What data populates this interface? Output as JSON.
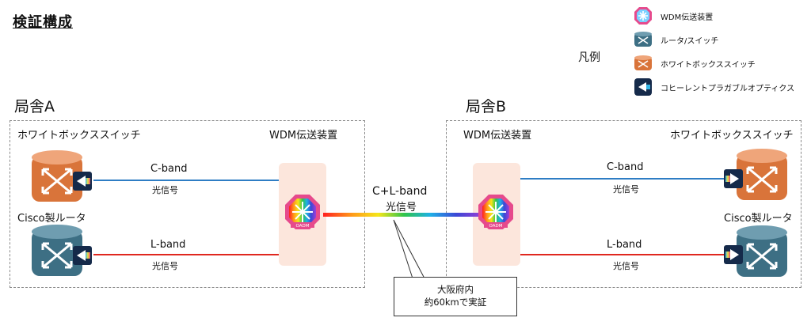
{
  "title": "検証構成",
  "legend": {
    "heading": "凡例",
    "items": [
      {
        "label": "WDM伝送装置",
        "icon": "wdm-icon"
      },
      {
        "label": "ルータ/スイッチ",
        "icon": "router-icon"
      },
      {
        "label": "ホワイトボックススイッチ",
        "icon": "switch-icon"
      },
      {
        "label": "コヒーレントプラガブルオプティクス",
        "icon": "optics-icon"
      }
    ]
  },
  "site_a": {
    "label": "局舎A",
    "switch_label": "ホワイトボックススイッチ",
    "wdm_label": "WDM伝送装置",
    "router_label": "Cisco製ルータ",
    "c_band": "C-band",
    "c_signal": "光信号",
    "l_band": "L-band",
    "l_signal": "光信号"
  },
  "site_b": {
    "label": "局舎B",
    "switch_label": "ホワイトボックススイッチ",
    "wdm_label": "WDM伝送装置",
    "router_label": "Cisco製ルータ",
    "c_band": "C-band",
    "c_signal": "光信号",
    "l_band": "L-band",
    "l_signal": "光信号"
  },
  "link": {
    "band": "C+L-band",
    "signal": "光信号"
  },
  "callout": {
    "line1": "大阪府内",
    "line2": "約60kmで実証"
  },
  "wdm_badge": "OADM",
  "colors": {
    "c_band_line": "#2e7dc4",
    "l_band_line": "#e0271f",
    "switch_orange": "#d9743a",
    "router_teal": "#3d6f84",
    "optics_navy": "#152a4a",
    "wdm_panel": "#fce6dc"
  }
}
